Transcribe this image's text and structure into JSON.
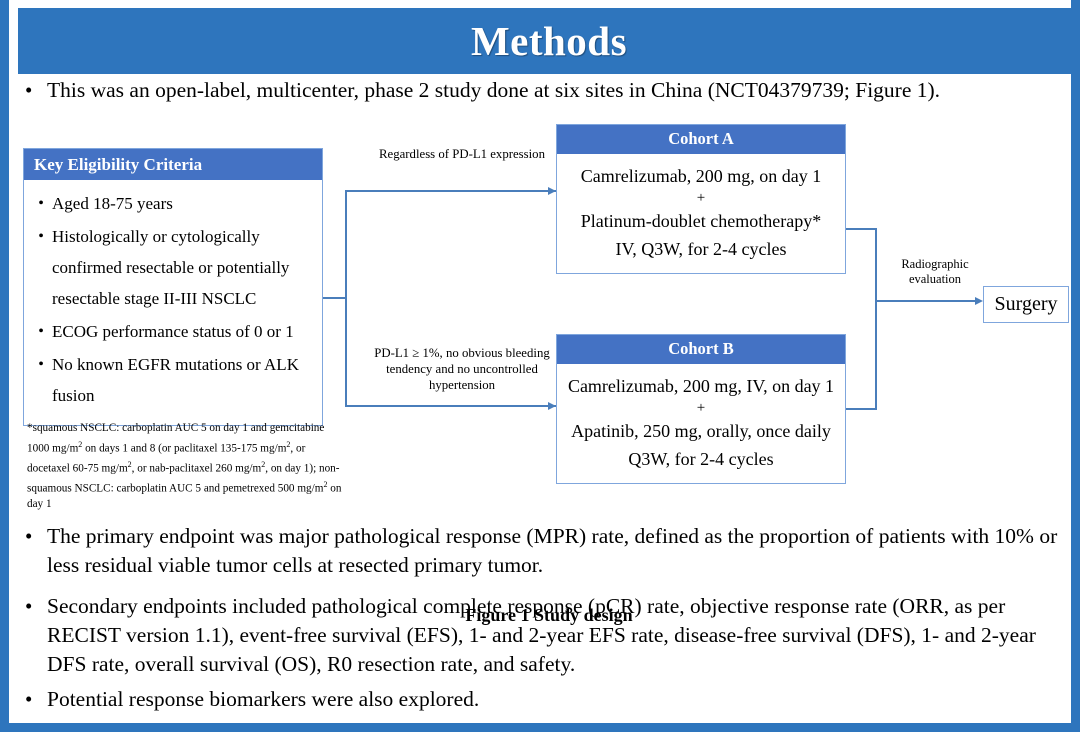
{
  "slide": {
    "title": "Methods",
    "accent_color": "#2E75BD",
    "box_header_color": "#4472C4",
    "connector_color": "#4A7EBB",
    "border_color": "#7FA6DD"
  },
  "intro": {
    "bullet": "•",
    "text": "This was an open-label, multicenter, phase 2 study done at six sites in China (NCT04379739; Figure 1)."
  },
  "figure": {
    "caption": "Figure 1 Study design",
    "eligibility": {
      "header": "Key  Eligibility Criteria",
      "bullet": "•",
      "items": [
        "Aged 18-75 years",
        "Histologically or cytologically confirmed resectable or potentially resectable stage II-III  NSCLC",
        "ECOG performance status of 0 or 1",
        "No known EGFR mutations or ALK fusion"
      ]
    },
    "footnote": "*squamous NSCLC: carboplatin AUC 5 on day 1 and gemcitabine 1000 mg/m2 on days 1 and 8 (or paclitaxel 135-175 mg/m2, or docetaxel 60-75 mg/m2, or nab-paclitaxel 260 mg/m2, on day 1); non-squamous NSCLC: carboplatin AUC 5 and pemetrexed 500 mg/m2 on day 1",
    "branch_label_a": "Regardless of PD-L1 expression",
    "branch_label_b": "PD-L1 ≥ 1%, no obvious bleeding tendency and no uncontrolled hypertension",
    "cohort_a": {
      "header": "Cohort A",
      "line1": "Camrelizumab, 200 mg, on day 1",
      "plus": "+",
      "line2": "Platinum-doublet chemotherapy*",
      "line3": "IV, Q3W, for 2-4 cycles"
    },
    "cohort_b": {
      "header": "Cohort B",
      "line1": "Camrelizumab, 200 mg, IV, on day 1",
      "plus": "+",
      "line2": "Apatinib, 250 mg, orally, once daily",
      "line3": "Q3W, for 2-4 cycles"
    },
    "radiographic_label": "Radiographic evaluation",
    "surgery": "Surgery"
  },
  "endpoints": {
    "bullet": "•",
    "items": [
      "The primary endpoint was major pathological response (MPR) rate, defined as the proportion of patients with 10% or less residual viable tumor cells at resected primary tumor.",
      "Secondary endpoints included pathological complete response (pCR) rate, objective response rate (ORR, as per RECIST version 1.1), event-free survival (EFS), 1- and 2-year EFS rate, disease-free survival (DFS), 1- and 2-year DFS rate, overall survival (OS), R0 resection rate, and safety.",
      "Potential response biomarkers were also explored."
    ]
  }
}
